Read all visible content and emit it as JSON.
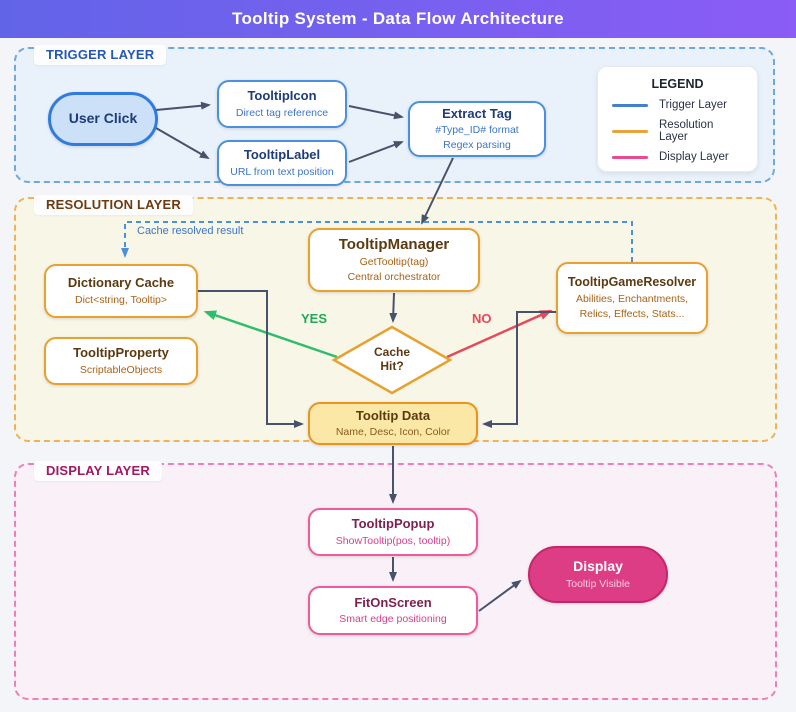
{
  "header": {
    "title": "Tooltip System - Data Flow Architecture"
  },
  "layers": {
    "trigger": {
      "label": "TRIGGER LAYER"
    },
    "resolution": {
      "label": "RESOLUTION LAYER"
    },
    "display": {
      "label": "DISPLAY LAYER"
    }
  },
  "legend": {
    "title": "LEGEND",
    "items": [
      {
        "label": "Trigger Layer",
        "color": "#4380D0"
      },
      {
        "label": "Resolution Layer",
        "color": "#E8A33D"
      },
      {
        "label": "Display Layer",
        "color": "#E8498F"
      }
    ]
  },
  "nodes": {
    "user_click": {
      "title": "User Click"
    },
    "tooltip_icon": {
      "title": "TooltipIcon",
      "subtitle": "Direct tag reference"
    },
    "tooltip_label": {
      "title": "TooltipLabel",
      "subtitle": "URL from text position"
    },
    "extract_tag": {
      "title": "Extract Tag",
      "line1": "#Type_ID# format",
      "line2": "Regex parsing"
    },
    "tooltip_manager": {
      "title": "TooltipManager",
      "line1": "GetTooltip(tag)",
      "line2": "Central orchestrator"
    },
    "dictionary_cache": {
      "title": "Dictionary Cache",
      "subtitle": "Dict<string, Tooltip>"
    },
    "tooltip_property": {
      "title": "TooltipProperty",
      "subtitle": "ScriptableObjects"
    },
    "tooltip_game_resolver": {
      "title": "TooltipGameResolver",
      "line1": "Abilities, Enchantments,",
      "line2": "Relics, Effects, Stats..."
    },
    "cache_hit_decision": {
      "line1": "Cache",
      "line2": "Hit?"
    },
    "tooltip_data": {
      "title": "Tooltip Data",
      "subtitle": "Name, Desc, Icon, Color"
    },
    "tooltip_popup": {
      "title": "TooltipPopup",
      "subtitle": "ShowTooltip(pos, tooltip)"
    },
    "fit_on_screen": {
      "title": "FitOnScreen",
      "subtitle": "Smart edge positioning"
    },
    "display_state": {
      "title": "Display",
      "subtitle": "Tooltip Visible"
    }
  },
  "edge_labels": {
    "yes": "YES",
    "no": "NO",
    "cache_resolved": "Cache resolved result"
  },
  "colors": {
    "header_gradient_start": "#6264E8",
    "header_gradient_end": "#8B5CF6",
    "trigger_accent": "#4380D0",
    "resolution_accent": "#E8A33D",
    "display_accent": "#E8498F",
    "yes_green": "#22A85A",
    "no_red": "#E8475C",
    "connector_slate": "#48526A"
  }
}
